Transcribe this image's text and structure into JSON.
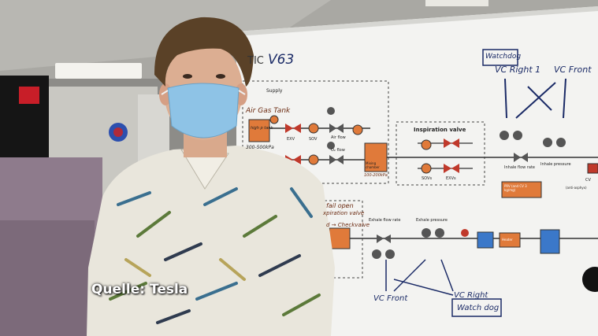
{
  "caption": "Quelle: Tesla",
  "whiteboard": {
    "title": "V63",
    "title_prefix": "TIC",
    "supply_label": "Supply",
    "inspiration_valve_label": "Inspiration valve",
    "mixing_chamber_label": "Mixing chamber",
    "exv_label": "EXV",
    "sov_label": "SOV",
    "air_flow_label": "Air flow",
    "o2_flow_label": "O₂ flow",
    "sovs_label": "SOVs",
    "exvs_label": "EXVs",
    "inhale_flow_rate_label": "Inhale flow rate",
    "inhale_pressure_label": "Inhale pressure",
    "prv_label": "PRV (and CV 3 kg/mg)",
    "cv_label": "CV",
    "cv_sub_label": "(anti-asphyx)",
    "exhale_flow_rate_label": "Exhale flow rate",
    "exhale_pressure_label": "Exhale pressure",
    "heater_label": "Heater",
    "hand_air_gas_tank": "Air Gas Tank",
    "hand_high_p_tank": "high p tank",
    "hand_300_500": "300-500kPa",
    "hand_watchdog_top": "Watchdog",
    "hand_vc_right_top": "VC Right 1",
    "hand_vc_front_top": "VC Front",
    "hand_vc_front_bottom": "VC Front",
    "hand_vc_right_bottom": "VC Right",
    "hand_watchdog_bottom": "Watch dog",
    "hand_fail_open": "fail open",
    "hand_expiration_valve": "xpiration valve",
    "hand_check_valve": "d → Checkvalve",
    "hand_mixing_note": "100-200kPa"
  }
}
